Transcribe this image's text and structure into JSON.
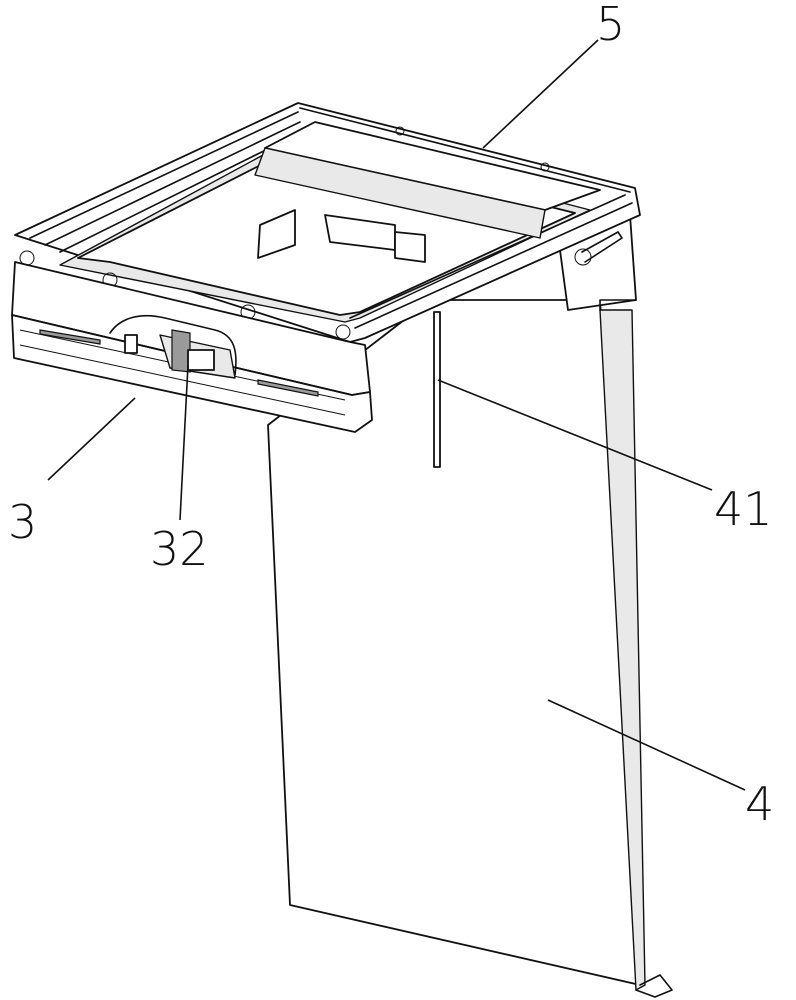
{
  "labels": {
    "frame": "5",
    "base": "3",
    "latch": "32",
    "rod": "41",
    "panel": "4"
  }
}
